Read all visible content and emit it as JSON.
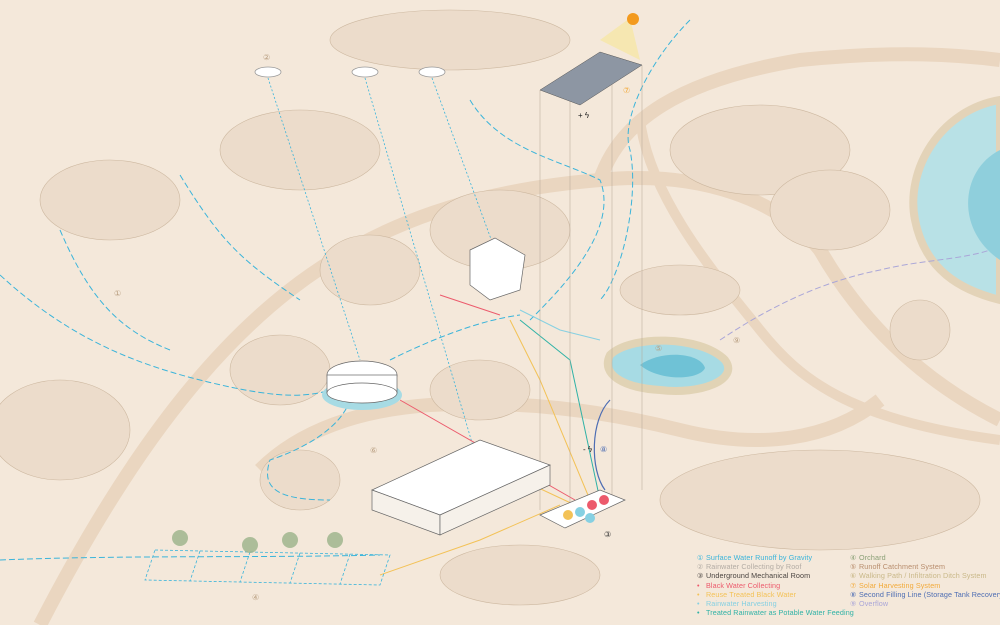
{
  "legend": {
    "left": [
      {
        "num": "①",
        "label": "Surface Water Runoff by Gravity",
        "color": "#3ab4da"
      },
      {
        "num": "②",
        "label": "Rainwater Collecting by Roof",
        "color": "#b3aca4"
      },
      {
        "num": "③",
        "label": "Underground Mechanical Room",
        "color": "#4a4440"
      },
      {
        "num": "•",
        "label": "Black Water Collecting",
        "color": "#ec5a6c"
      },
      {
        "num": "•",
        "label": "Reuse Treated Black Water",
        "color": "#f3c257"
      },
      {
        "num": "•",
        "label": "Rainwater Harvesting",
        "color": "#86d0e2"
      },
      {
        "num": "•",
        "label": "Treated Rainwater as Potable Water Feeding",
        "color": "#2fb2a6"
      }
    ],
    "right": [
      {
        "num": "④",
        "label": "Orchard",
        "color": "#8aa076"
      },
      {
        "num": "⑤",
        "label": "Runoff Catchment System",
        "color": "#b88d6d"
      },
      {
        "num": "⑥",
        "label": "Walking Path / Infiltration Ditch System",
        "color": "#c9b888"
      },
      {
        "num": "⑦",
        "label": "Solar Harvesting System",
        "color": "#f2aa3a"
      },
      {
        "num": "⑧",
        "label": "Second Filling Line (Storage Tank Recovery)",
        "color": "#4d6db3"
      },
      {
        "num": "⑨",
        "label": "Overflow",
        "color": "#aaa6d8"
      }
    ]
  },
  "markers": {
    "m1": "①",
    "m2": "②",
    "m3": "③",
    "m4": "④",
    "m5": "⑤",
    "m6": "⑥",
    "m7": "⑦",
    "m8": "⑧",
    "m9": "⑨"
  },
  "energy": {
    "plus": "+ ϟ",
    "minus": "- ϟ"
  }
}
